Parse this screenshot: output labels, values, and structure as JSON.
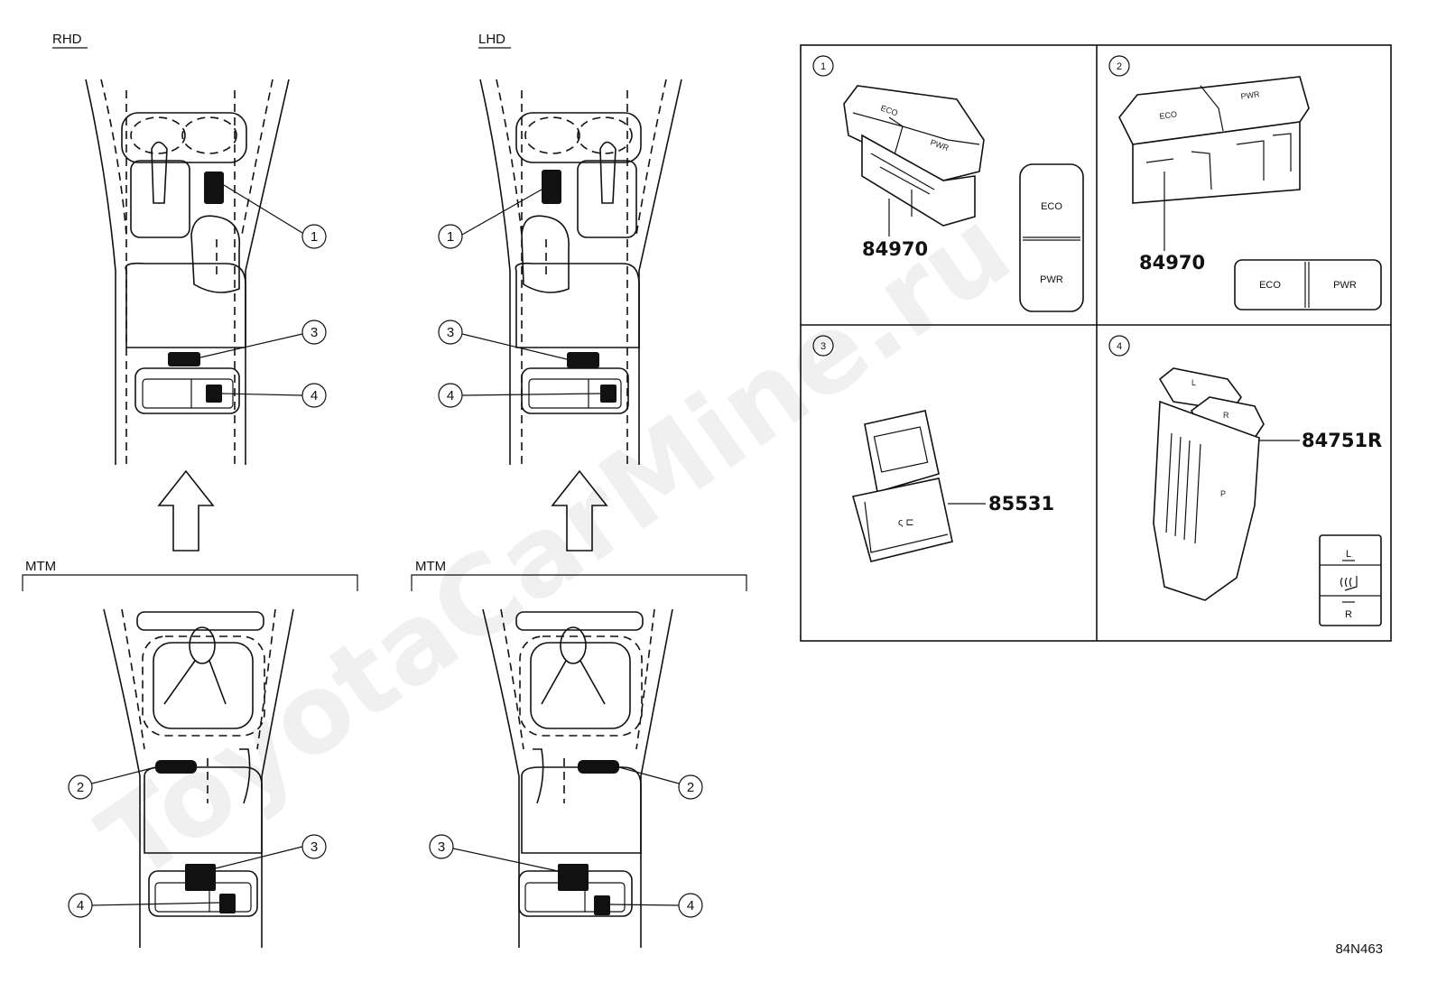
{
  "views": {
    "rhd_label": "RHD",
    "lhd_label": "LHD",
    "mtm_left_label": "MTM",
    "mtm_right_label": "MTM"
  },
  "callouts": [
    "1",
    "2",
    "3",
    "4"
  ],
  "panels": [
    {
      "num": "1",
      "part_no": "84970",
      "button_top": "ECO",
      "button_bottom": "PWR"
    },
    {
      "num": "2",
      "part_no": "84970",
      "button_left": "ECO",
      "button_right": "PWR"
    },
    {
      "num": "3",
      "part_no": "85531"
    },
    {
      "num": "4",
      "part_no": "84751R",
      "seat_top": "L",
      "seat_bottom": "R"
    }
  ],
  "watermark": "ToyotaCarMine.ru",
  "diagram_code": "84N463"
}
